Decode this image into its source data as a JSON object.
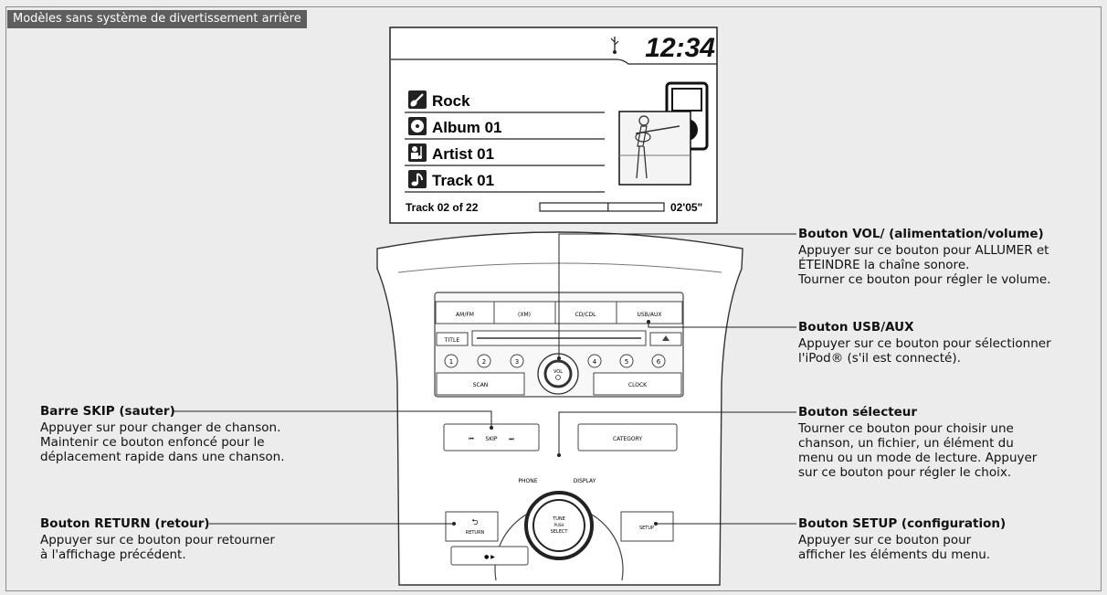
{
  "header": {
    "label": "Modèles sans système de divertissement arrière"
  },
  "display": {
    "time": "12:34",
    "items": [
      {
        "icon": "guitar-icon",
        "label": "Rock"
      },
      {
        "icon": "album-icon",
        "label": "Album 01"
      },
      {
        "icon": "artist-icon",
        "label": "Artist 01"
      },
      {
        "icon": "note-icon",
        "label": "Track 01"
      }
    ],
    "track_info": "Track 02 of 22",
    "elapsed": "02'05\"",
    "progress": 0.55,
    "usb_icon": "usb-icon"
  },
  "panel": {
    "buttons": {
      "amfm": "AM/FM",
      "xm": "(XM)",
      "cd": "CD/CDL",
      "usbaux": "USB/AUX",
      "title": "TITLE",
      "scan": "SCAN",
      "clock": "CLOCK",
      "vol": "VOL",
      "skip": "SKIP",
      "category": "CATEGORY",
      "phone": "PHONE",
      "display": "DISPLAY",
      "return": "RETURN",
      "setup": "SETUP",
      "tune1": "TUNE",
      "tune2": "PUSH",
      "tune3": "SELECT",
      "presets": [
        "1",
        "2",
        "3",
        "4",
        "5",
        "6"
      ]
    }
  },
  "annotations": {
    "vol": {
      "title": "Bouton VOL/ (alimentation/volume)",
      "lines": [
        "Appuyer sur ce bouton pour ALLUMER et",
        "ÉTEINDRE la chaîne sonore.",
        "Tourner ce bouton pour régler le volume."
      ]
    },
    "usb": {
      "title": "Bouton USB/AUX",
      "lines": [
        "Appuyer sur ce bouton pour sélectionner",
        "l'iPod® (s'il est connecté)."
      ]
    },
    "skip": {
      "title": "Barre SKIP (sauter)",
      "lines": [
        "Appuyer sur       pour changer de chanson.",
        "Maintenir ce bouton enfoncé pour le",
        "déplacement rapide dans une chanson."
      ]
    },
    "selector": {
      "title": "Bouton sélecteur",
      "lines": [
        "Tourner ce bouton pour choisir une",
        "chanson, un fichier, un élément du",
        "menu ou un mode de lecture. Appuyer",
        "sur ce bouton pour régler le choix."
      ]
    },
    "return": {
      "title": "Bouton RETURN (retour)",
      "lines": [
        "Appuyer sur ce bouton pour retourner",
        "à l'affichage précédent."
      ]
    },
    "setup": {
      "title": "Bouton SETUP (configuration)",
      "lines": [
        "Appuyer sur ce bouton pour",
        "afficher les éléments du menu."
      ]
    }
  }
}
